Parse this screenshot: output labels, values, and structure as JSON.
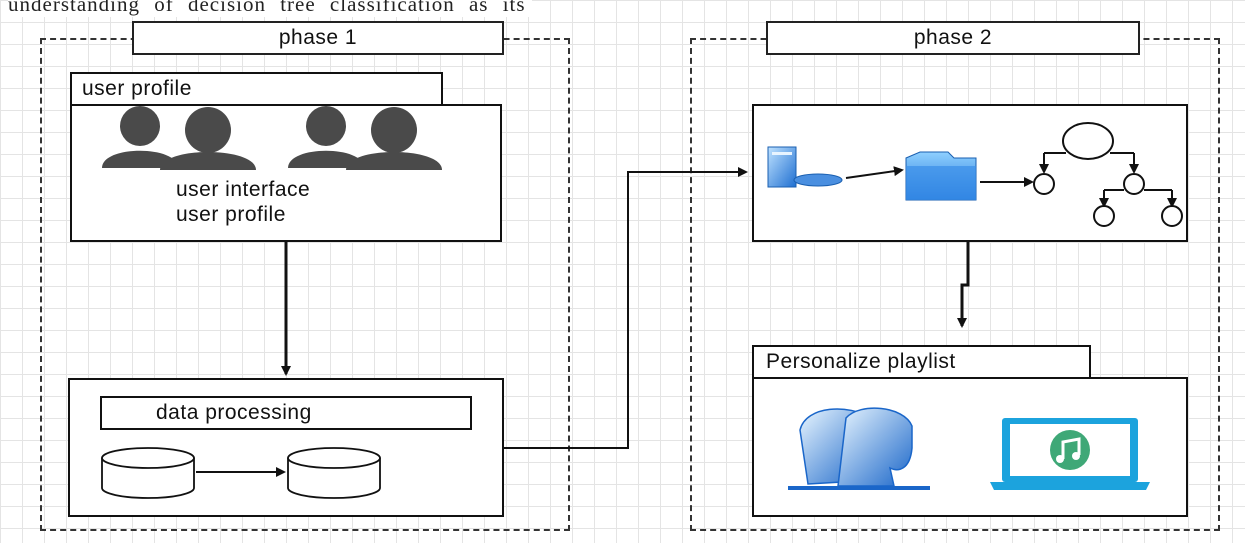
{
  "header_fragment": "understanding of decision tree classification as its",
  "phase1": {
    "label": "phase 1",
    "user_profile": {
      "tab": "user profile",
      "line1": "user interface",
      "line2": "user profile",
      "icons": [
        "users-group-icon",
        "users-group-icon"
      ]
    },
    "data_processing": {
      "tab": "data processing",
      "icons": [
        "database-cylinder-icon",
        "database-cylinder-icon"
      ]
    }
  },
  "phase2": {
    "label": "phase 2",
    "pipeline": {
      "icons": [
        "server-database-icon",
        "folder-icon",
        "decision-tree-icon"
      ]
    },
    "playlist": {
      "tab": "Personalize playlist",
      "icons": [
        "people-silhouette-icon",
        "music-laptop-icon"
      ]
    }
  },
  "colors": {
    "grid": "#e4e4e4",
    "stroke": "#111111",
    "icon_dark": "#4a4a4a",
    "icon_blue": "#2f7fd8",
    "music_green": "#3fa877"
  }
}
